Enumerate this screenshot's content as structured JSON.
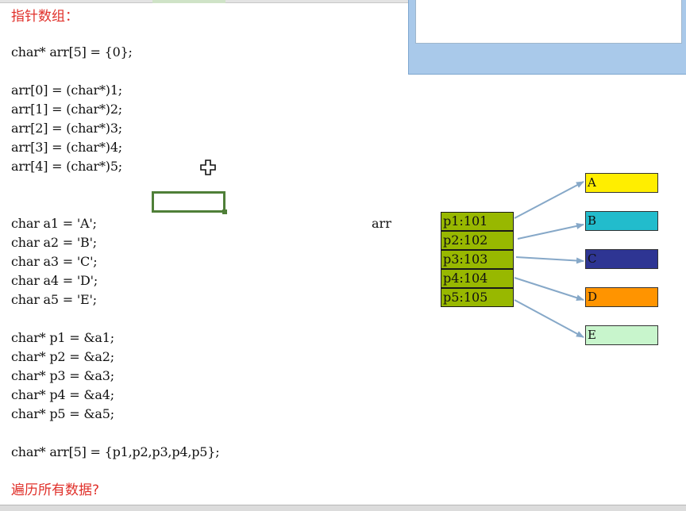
{
  "headings": {
    "top": "指针数组：",
    "bottom": "遍历所有数据?"
  },
  "code": {
    "decl": "char* arr[5] = {0};",
    "assign": [
      "arr[0] = (char*)1;",
      "arr[1] = (char*)2;",
      "arr[2] = (char*)3;",
      "arr[3] = (char*)4;",
      "arr[4] = (char*)5;"
    ],
    "chars": [
      "char a1 = 'A';",
      "char a2 = 'B';",
      "char a3 = 'C';",
      "char a4 = 'D';",
      "char a5 = 'E';"
    ],
    "pointers": [
      "char* p1 = &a1;",
      "char* p2 = &a2;",
      "char* p3 = &a3;",
      "char* p4 = &a4;",
      "char* p5 = &a5;"
    ],
    "final": "char* arr[5] = {p1,p2,p3,p4,p5};"
  },
  "diagram": {
    "arr_label": "arr",
    "pointer_cells": [
      "p1:101",
      "p2:102",
      "p3:103",
      "p4:104",
      "p5:105"
    ],
    "value_cells": [
      {
        "label": "A",
        "color": "#ffee00"
      },
      {
        "label": "B",
        "color": "#22bccc"
      },
      {
        "label": "C",
        "color": "#2e3593"
      },
      {
        "label": "D",
        "color": "#ff9400"
      },
      {
        "label": "E",
        "color": "#c8f5cc"
      }
    ],
    "pointer_cell_color": "#98b800",
    "arrow_color": "#86a8c8"
  },
  "icons": {
    "cursor": "move-cross-cursor-icon"
  }
}
